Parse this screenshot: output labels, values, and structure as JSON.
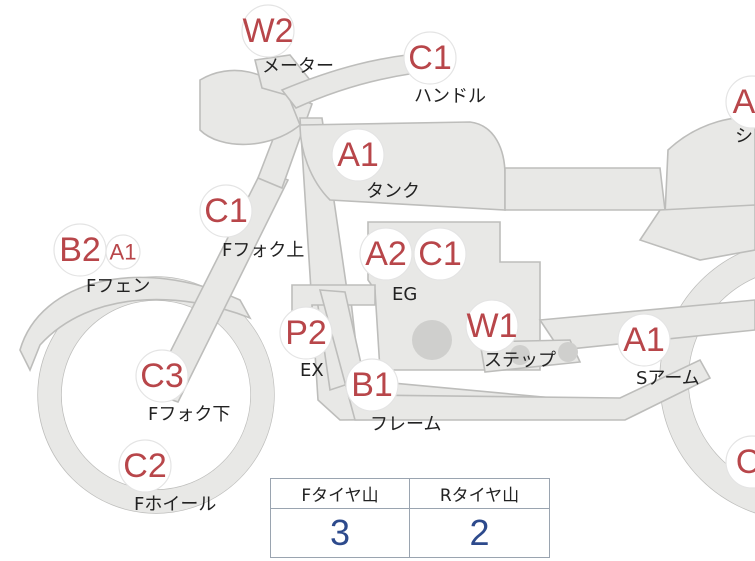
{
  "parts": [
    {
      "id": "meter",
      "code": "W2",
      "label": "メーター"
    },
    {
      "id": "handle",
      "code": "C1",
      "label": "ハンドル"
    },
    {
      "id": "tank",
      "code": "A1",
      "label": "タンク"
    },
    {
      "id": "fork-upper",
      "code": "C1",
      "label": "Fフォク上"
    },
    {
      "id": "f-fender",
      "code": "B2",
      "code2": "A1",
      "label": "Fフェン"
    },
    {
      "id": "engine",
      "code": "A2",
      "code2": "C1",
      "label": "EG"
    },
    {
      "id": "exhaust",
      "code": "P2",
      "label": "EX"
    },
    {
      "id": "step",
      "code": "W1",
      "label": "ステップ"
    },
    {
      "id": "s-arm",
      "code": "A1",
      "label": "Sアーム"
    },
    {
      "id": "fork-lower",
      "code": "C3",
      "label": "Fフォク下"
    },
    {
      "id": "frame",
      "code": "B1",
      "label": "フレーム"
    },
    {
      "id": "f-wheel",
      "code": "C2",
      "label": "Fホイール"
    },
    {
      "id": "seat",
      "code": "A",
      "label": "シ"
    },
    {
      "id": "r-wheel",
      "code": "C"
    }
  ],
  "tire_table": {
    "headers": [
      "Fタイヤ山",
      "Rタイヤ山"
    ],
    "values": [
      "3",
      "2"
    ]
  },
  "colors": {
    "code": "#b8464a",
    "value": "#2d4a8c",
    "body_fill": "#e8e8e6",
    "body_stroke": "#bdbdbb",
    "table_border": "#9aa4b0"
  }
}
